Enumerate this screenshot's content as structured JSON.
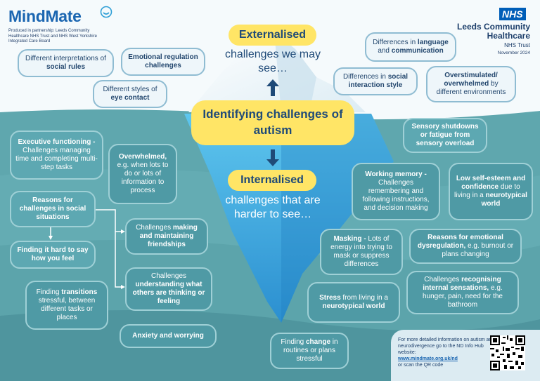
{
  "header": {
    "logo": "MindMate",
    "tagline": "Produced in partnership: Leeds Community Healthcare NHS Trust and NHS West Yorkshire Integrated Care Board",
    "nhs": "NHS",
    "org_name": "Leeds Community Healthcare",
    "trust": "NHS Trust",
    "date": "November 2024"
  },
  "center": {
    "externalised": "Externalised",
    "external_sub": "challenges we may see…",
    "title": "Identifying challenges of autism",
    "internalised": "Internalised",
    "internal_sub": "challenges that are harder to see…"
  },
  "above": {
    "social_rules_a": "Different interpretations of ",
    "social_rules_b": "social rules",
    "emotional_reg": "Emotional regulation challenges",
    "eye_contact_a": "Different styles of ",
    "eye_contact_b": "eye contact",
    "language_a": "Differences in ",
    "language_b": "language",
    "language_c": " and ",
    "language_d": "communication",
    "interaction_a": "Differences in ",
    "interaction_b": "social interaction style",
    "overstim_a": "Overstimulated/ overwhelmed",
    "overstim_b": " by different environments"
  },
  "below": {
    "exec_a": "Executive functioning -",
    "exec_b": " Challenges managing time and completing multi-step tasks",
    "overwhelmed_a": "Overwhelmed,",
    "overwhelmed_b": " e.g. when lots to do or lots of information to process",
    "reasons_social": "Reasons for challenges in social situations",
    "say_feel": "Finding it hard to say how you feel",
    "friend_a": "Challenges ",
    "friend_b": "making and maintaining friendships",
    "understand_a": "Challenges ",
    "understand_b": "understanding what others are thinking or feeling",
    "transitions_a": "Finding ",
    "transitions_b": "transitions",
    "transitions_c": " stressful, between different tasks or places",
    "anxiety": "Anxiety and worrying",
    "sensory": "Sensory shutdowns or fatigue from sensory overload",
    "memory_a": "Working memory -",
    "memory_b": " Challenges remembering and following instructions, and decision making",
    "selfesteem_a": "Low self-esteem and confidence",
    "selfesteem_b": " due to living in a ",
    "selfesteem_c": "neurotypical world",
    "masking_a": "Masking -",
    "masking_b": " Lots of energy into trying to mask or suppress differences",
    "dysreg_a": "Reasons for emotional dysregulation,",
    "dysreg_b": " e.g. burnout or plans changing",
    "stress_a": "Stress",
    "stress_b": " from living in a ",
    "stress_c": "neurotypical world",
    "internal_a": "Challenges ",
    "internal_b": "recognising internal sensations,",
    "internal_c": " e.g. hunger, pain, need for the bathroom",
    "change_a": "Finding ",
    "change_b": "change",
    "change_c": " in routines or plans stressful"
  },
  "info": {
    "text": "For more detailed information on autism and neurodivergence go to the ND Info Hub website:",
    "link": "www.mindmate.org.uk/nd",
    "qr": "or scan the QR code"
  },
  "colors": {
    "sky": "#f5fafc",
    "sea": "#5fa7ae",
    "deep_sea": "#4a8f98",
    "ice": "#2f9fd6",
    "pill": "#ffe566",
    "text_dark": "#1f4a78",
    "nhs_blue": "#005eb8"
  }
}
